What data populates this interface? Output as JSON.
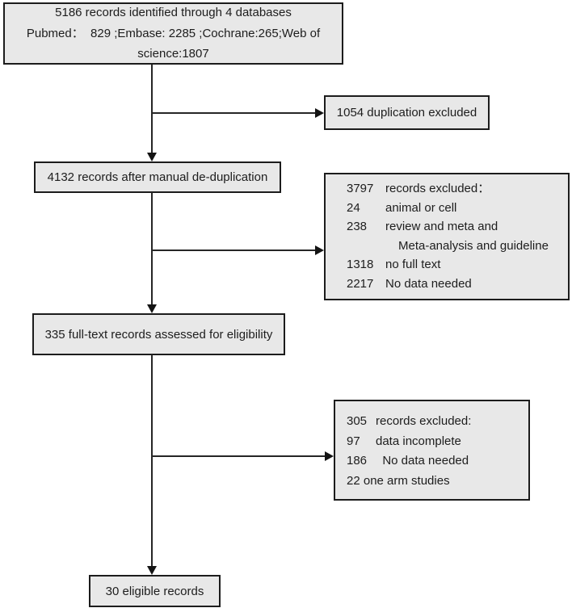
{
  "colors": {
    "box_fill": "#e8e8e8",
    "box_border": "#1c1c1c",
    "connector": "#262626",
    "background": "#ffffff",
    "text": "#1d1d1d"
  },
  "diagram": {
    "identification_box": {
      "lines": [
        "5186 records identified through 4 databases",
        "Pubmed：  829 ;Embase: 2285 ;Cochrane:265;Web of",
        "science:1807"
      ]
    },
    "duplication_excluded_box": {
      "label": "1054 duplication excluded"
    },
    "after_deduplication_box": {
      "label": "4132 records after manual de-duplication"
    },
    "records_excluded_box": {
      "rows": [
        {
          "num": "3797",
          "text": "records excluded："
        },
        {
          "num": "24",
          "text": "animal or cell"
        },
        {
          "num": "238",
          "text": "review and meta and"
        },
        {
          "num": "",
          "text": "Meta-analysis and guideline"
        },
        {
          "num": "1318",
          "text": "no full text"
        },
        {
          "num": "2217",
          "text": "No data needed"
        }
      ]
    },
    "fulltext_assessed_box": {
      "label": "335 full-text records assessed for eligibility"
    },
    "fulltext_excluded_box": {
      "rows": [
        {
          "num": "305",
          "text": "records excluded:"
        },
        {
          "num": "97",
          "text": "data incomplete"
        },
        {
          "num": "186",
          "text": "  No data needed"
        },
        {
          "num": "",
          "text": "22 one arm studies"
        }
      ]
    },
    "eligible_box": {
      "label": "30 eligible records"
    }
  }
}
